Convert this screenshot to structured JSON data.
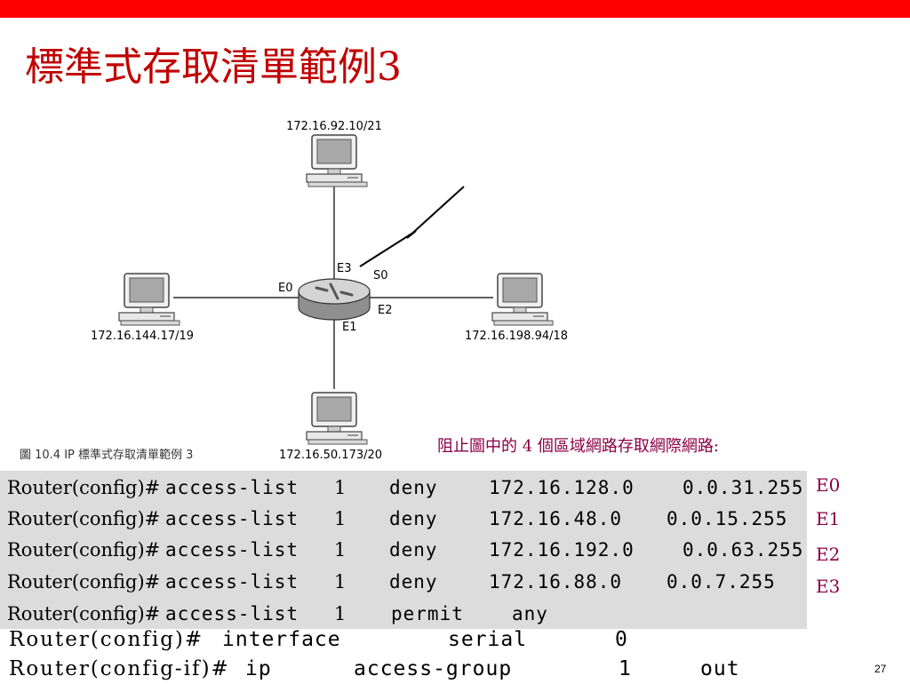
{
  "colors": {
    "accent": "#ff0000",
    "title": "#c00000",
    "note": "#8b0045",
    "if_label": "#8b0045",
    "code_bg": "#dcdcdc"
  },
  "slide": {
    "title": "標準式存取清單範例3",
    "page_number": "27"
  },
  "diagram": {
    "caption": "圖 10.4 IP 標準式存取清單範例 3",
    "hosts": {
      "top": "172.16.92.10/21",
      "left": "172.16.144.17/19",
      "right": "172.16.198.94/18",
      "bottom": "172.16.50.173/20"
    },
    "interfaces": {
      "e0": "E0",
      "e1": "E1",
      "e2": "E2",
      "e3": "E3",
      "s0": "S0"
    },
    "icons": {
      "host": "desktop-computer-icon",
      "router": "router-icon",
      "wan": "lightning-bolt-icon"
    }
  },
  "note": "阻止圖中的 4 個區域網路存取網際網路:",
  "commands": [
    {
      "prompt": "Router(config)#",
      "cmd": "access-list",
      "num": "1",
      "action": "deny",
      "addr": "172.16.128.0",
      "mask": "0.0.31.255",
      "iface": "E0"
    },
    {
      "prompt": "Router(config)#",
      "cmd": "access-list",
      "num": "1",
      "action": "deny",
      "addr": "172.16.48.0",
      "mask": "0.0.15.255",
      "iface": "E1"
    },
    {
      "prompt": "Router(config)#",
      "cmd": "access-list",
      "num": "1",
      "action": "deny",
      "addr": "172.16.192.0",
      "mask": "0.0.63.255",
      "iface": "E2"
    },
    {
      "prompt": "Router(config)#",
      "cmd": "access-list",
      "num": "1",
      "action": "deny",
      "addr": "172.16.88.0",
      "mask": "0.0.7.255",
      "iface": "E3"
    },
    {
      "prompt": "Router(config)#",
      "cmd": "access-list",
      "num": "1",
      "action": "permit",
      "addr": "any"
    }
  ],
  "interface_cmd": {
    "prompt": "Router(config)#",
    "cmd": "interface",
    "type": "serial",
    "num": "0"
  },
  "group_cmd": {
    "prompt": "Router(config-if)#",
    "cmd": "ip",
    "kw": "access-group",
    "num": "1",
    "dir": "out"
  }
}
